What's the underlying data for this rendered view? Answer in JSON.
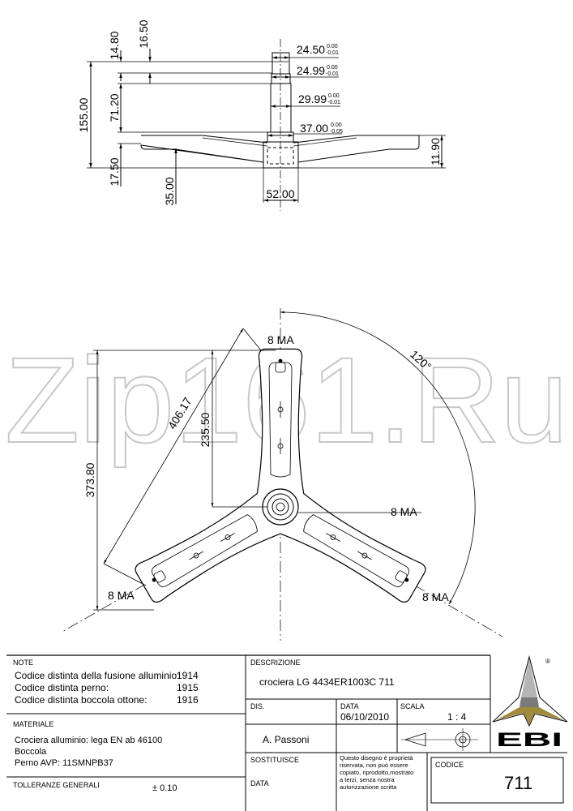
{
  "watermark": "Zip161.Ru",
  "side_view": {
    "dims": {
      "d155": "155.00",
      "d14_80": "14.80",
      "d16_50": "16.50",
      "d71_20": "71.20",
      "d17_50": "17.50",
      "d35_00": "35.00",
      "d52_00": "52.00",
      "d11_90": "11.90"
    },
    "diameters": [
      {
        "value": "24.50",
        "upper": "0.00",
        "lower": "-0.01"
      },
      {
        "value": "24.99",
        "upper": "0.00",
        "lower": "-0.01"
      },
      {
        "value": "29.99",
        "upper": "0.00",
        "lower": "-0.01"
      },
      {
        "value": "37.00",
        "upper": "0.00",
        "lower": "-0.05"
      }
    ]
  },
  "top_view": {
    "d373_80": "373.80",
    "d235_50": "235.50",
    "d406_17": "406.17",
    "angle": "120°",
    "thread_top": "8 MA",
    "thread_center": "8 MA",
    "thread_left": "8 MA",
    "thread_right": "8 MA"
  },
  "title_block": {
    "note_label": "NOTE",
    "notes": [
      {
        "label": "Codice distinta della fusione alluminio:",
        "value": "1914"
      },
      {
        "label": "Codice distinta perno:",
        "value": "1915"
      },
      {
        "label": "Codice distinta boccola ottone:",
        "value": "1916"
      }
    ],
    "materiale_label": "MATERIALE",
    "materiale": [
      "Crociera alluminio: lega EN ab 46100",
      "Boccola",
      "Perno AVP: 11SMNPB37"
    ],
    "tolleranze_label": "TOLLERANZE GENERALI",
    "tolleranze_value": "± 0.10",
    "descrizione_label": "DESCRIZIONE",
    "descrizione": "crociera LG 4434ER1003C 711",
    "dis_label": "DIS.",
    "data_label": "DATA",
    "data_value": "06/10/2010",
    "scala_label": "SCALA",
    "scala_value": "1 : 4",
    "designer": "A. Passoni",
    "sostituisce_label": "SOSTITUISCE",
    "data2_label": "DATA",
    "disclaimer": [
      "Questo disegno è proprietà",
      "riservata, non può essere",
      "copiato, riprodotto,mostrato",
      "a terzi, senza nostra",
      "autorizzazione scritta"
    ],
    "codice_label": "CODICE",
    "codice_value": "711",
    "logo_text": "EBI",
    "logo_mark": "®"
  },
  "colors": {
    "line": "#000000",
    "watermark": "#c8c8c8",
    "logo_gold": "#a08a3c",
    "logo_gray": "#9a9a9a"
  }
}
